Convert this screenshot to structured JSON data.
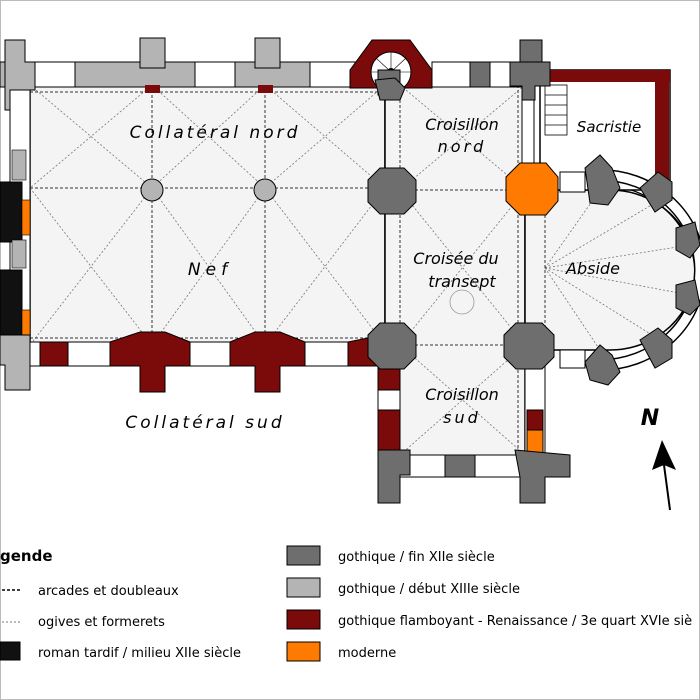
{
  "colors": {
    "gothique_fin_xii": "#6e6e6e",
    "gothique_debut_xiii": "#b4b4b4",
    "flamboyant_renaissance": "#7b0a0a",
    "roman_tardif": "#111111",
    "moderne": "#ff7a00",
    "vault_fill": "#f4f4f4",
    "wall_fill": "#ffffff"
  },
  "plan": {
    "labels": {
      "collateral_nord": "Collatéral nord",
      "nef": "Nef",
      "collateral_sud": "Collatéral sud",
      "croisillon_nord_1": "Croisillon",
      "croisillon_nord_2": "nord",
      "croisee_1": "Croisée du",
      "croisee_2": "transept",
      "croisillon_sud_1": "Croisillon",
      "croisillon_sud_2": "sud",
      "abside": "Abside",
      "sacristie": "Sacristie",
      "north_symbol": "N"
    }
  },
  "legend": {
    "title": "gende",
    "items": [
      {
        "key": "arcades",
        "label": "arcades et doubleaux"
      },
      {
        "key": "ogives",
        "label": "ogives et formerets"
      },
      {
        "key": "roman",
        "label": "roman tardif / milieu XIIe siècle"
      },
      {
        "key": "fin_xii",
        "label": "gothique / fin XIIe siècle"
      },
      {
        "key": "debut_xiii",
        "label": "gothique / début XIIIe siècle"
      },
      {
        "key": "flamboyant",
        "label": "gothique flamboyant - Renaissance / 3e quart XVIe siè"
      },
      {
        "key": "moderne",
        "label": "moderne"
      }
    ]
  }
}
